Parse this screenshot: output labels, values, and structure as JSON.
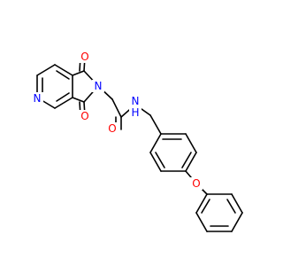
{
  "molecule": {
    "atom_colors": {
      "O": "#ff0000",
      "N": "#0000ff",
      "NH": "#0000ff",
      "C": "#000000"
    },
    "labels": [
      {
        "id": "o-top",
        "text": "O",
        "element": "O"
      },
      {
        "id": "o-bottom",
        "text": "O",
        "element": "O"
      },
      {
        "id": "o-amide",
        "text": "O",
        "element": "O"
      },
      {
        "id": "o-ether",
        "text": "O",
        "element": "O"
      },
      {
        "id": "n-imide",
        "text": "N",
        "element": "N"
      },
      {
        "id": "n-pyridine",
        "text": "N",
        "element": "N"
      },
      {
        "id": "nh-amide",
        "text": "N",
        "element": "NH"
      },
      {
        "id": "h-amide",
        "text": "H",
        "element": "NH"
      }
    ]
  }
}
